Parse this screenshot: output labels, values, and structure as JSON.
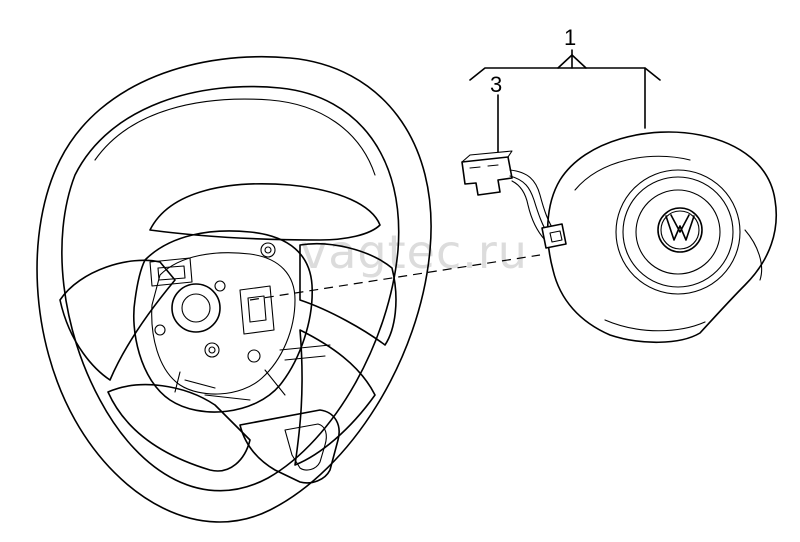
{
  "diagram": {
    "callouts": {
      "part_1": "1",
      "part_3": "3"
    },
    "watermark": "vagtec.ru",
    "colors": {
      "line": "#000000",
      "background": "#ffffff",
      "watermark": "#dcdcdc"
    },
    "icons": {
      "emblem": "vw-logo-icon"
    }
  }
}
